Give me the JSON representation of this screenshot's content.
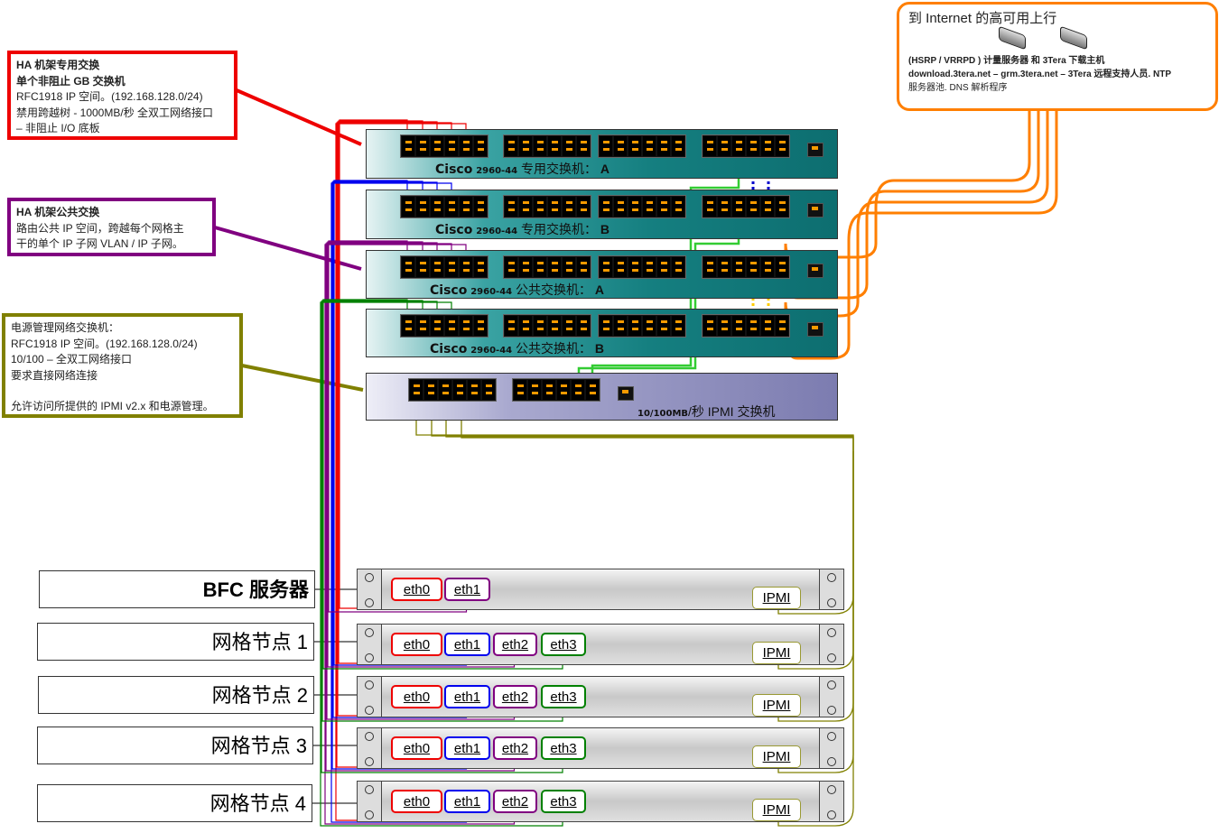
{
  "annotations": {
    "dedicated": {
      "title": "HA 机架专用交换",
      "lines": [
        "单个非阻止 GB 交换机",
        "RFC1918 IP 空间。(192.168.128.0/24)",
        "禁用跨越树 - 1000MB/秒 全双工网络接口",
        "– 非阻止 I/O 底板"
      ],
      "color": "#ee0000"
    },
    "public": {
      "title": "HA 机架公共交换",
      "lines": [
        "路由公共 IP 空间，跨越每个网格主",
        "干的单个 IP 子网 VLAN / IP 子网。"
      ],
      "color": "#800080"
    },
    "power": {
      "title": "电源管理网络交换机：",
      "lines": [
        "RFC1918 IP 空间。(192.168.128.0/24)",
        "10/100 – 全双工网络接口",
        "要求直接网络连接",
        "",
        "允许访问所提供的 IPMI v2.x 和电源管理。"
      ],
      "color": "#808000"
    }
  },
  "internet": {
    "title": "到 Internet 的高可用上行",
    "line1": "(HSRP / VRRPD ) 计量服务器 和 3Tera 下载主机",
    "line2": "download.3tera.net – grm.3tera.net – 3Tera 远程支持人员. NTP",
    "line3": "服务器池. DNS 解析程序",
    "color": "#ff7f00",
    "icons": [
      "router-icon",
      "router-icon"
    ]
  },
  "switches": [
    {
      "model": "Cisco",
      "num": "2960-44",
      "name": "专用交换机：",
      "id": "A"
    },
    {
      "model": "Cisco",
      "num": "2960-44",
      "name": "专用交换机：",
      "id": "B"
    },
    {
      "model": "Cisco",
      "num": "2960-44",
      "name": "公共交换机：",
      "id": "A"
    },
    {
      "model": "Cisco",
      "num": "2960-44",
      "name": "公共交换机：",
      "id": "B"
    },
    {
      "speed": "10/100MB",
      "rest": "/秒 IPMI 交换机"
    }
  ],
  "servers": [
    {
      "name": "BFC 服务器",
      "ifaces": [
        "eth0",
        "eth1"
      ]
    },
    {
      "name": "网格节点 1",
      "ifaces": [
        "eth0",
        "eth1",
        "eth2",
        "eth3"
      ]
    },
    {
      "name": "网格节点 2",
      "ifaces": [
        "eth0",
        "eth1",
        "eth2",
        "eth3"
      ]
    },
    {
      "name": "网格节点 3",
      "ifaces": [
        "eth0",
        "eth1",
        "eth2",
        "eth3"
      ]
    },
    {
      "name": "网格节点 4",
      "ifaces": [
        "eth0",
        "eth1",
        "eth2",
        "eth3"
      ]
    }
  ],
  "ipmi_label": "IPMI",
  "wire_colors": {
    "eth0": "#ee0000",
    "eth1": "#0000ee",
    "eth2": "#800080",
    "eth3": "#008000",
    "ipmi": "#808000",
    "uplink": "#ff7f00",
    "mgmt": "#33cc33"
  }
}
